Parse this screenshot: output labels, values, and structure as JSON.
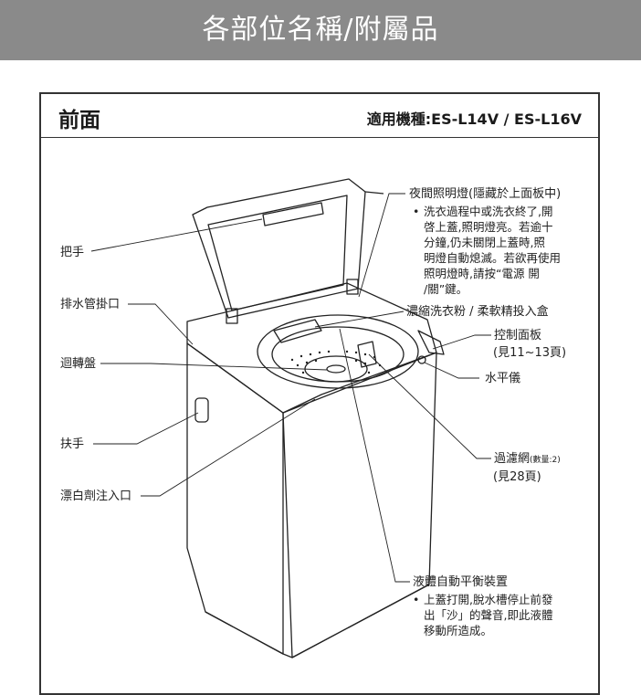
{
  "header": {
    "title": "各部位名稱/附屬品"
  },
  "section": {
    "title": "前面",
    "model_label": "適用機種:ES-L14V / ES-L16V"
  },
  "labels": {
    "handle": "把手",
    "drain_hook": "排水管掛口",
    "pulsator": "迴轉盤",
    "grip": "扶手",
    "bleach_inlet": "漂白劑注入口",
    "night_light": "夜間照明燈(隱藏於上面板中)",
    "night_light_note": [
      "洗衣過程中或洗衣終了,開",
      "啓上蓋,照明燈亮。若逾十",
      "分鐘,仍未關閉上蓋時,照",
      "明燈自動熄滅。若欲再使用",
      "照明燈時,請按“電源 開",
      "/關”鍵。"
    ],
    "detergent_box": "濃縮洗衣粉 / 柔軟精投入盒",
    "control_panel": "控制面板",
    "control_panel_ref": "(見11~13頁)",
    "level_gauge": "水平儀",
    "lint_filter": "過濾網",
    "lint_filter_qty": "(數量:2)",
    "lint_filter_ref": "(見28頁)",
    "balancer": "液體自動平衡裝置",
    "balancer_note": [
      "上蓋打開,脫水槽停止前發",
      "出「沙」的聲音,即此液體",
      "移動所造成。"
    ]
  },
  "bullet_symbol": "•"
}
